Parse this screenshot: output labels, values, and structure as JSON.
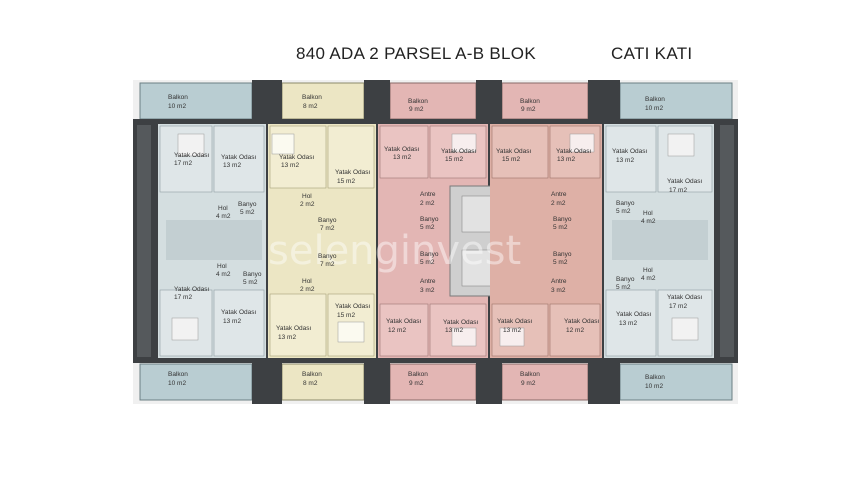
{
  "header": {
    "title": "840 ADA 2 PARSEL A-B BLOK",
    "floor": "CATI KATI"
  },
  "watermark": "selenginvest",
  "colors": {
    "frame": "#3d4043",
    "balcony": "#b9cdd2",
    "unit_blue": "#d4dee0",
    "unit_yellow": "#ece6c4",
    "unit_red": "#e3b6b4",
    "unit_salmon": "#deb0a6",
    "stair": "#cfcfcf"
  },
  "rooms": {
    "balkon_top_1": {
      "name": "Balkon",
      "area": "10 m2"
    },
    "balkon_top_2": {
      "name": "Balkon",
      "area": "8 m2"
    },
    "balkon_top_3": {
      "name": "Balkon",
      "area": "9 m2"
    },
    "balkon_top_4": {
      "name": "Balkon",
      "area": "9 m2"
    },
    "balkon_top_5": {
      "name": "Balkon",
      "area": "10 m2"
    },
    "balkon_bot_1": {
      "name": "Balkon",
      "area": "10 m2"
    },
    "balkon_bot_2": {
      "name": "Balkon",
      "area": "8 m2"
    },
    "balkon_bot_3": {
      "name": "Balkon",
      "area": "9 m2"
    },
    "balkon_bot_4": {
      "name": "Balkon",
      "area": "9 m2"
    },
    "balkon_bot_5": {
      "name": "Balkon",
      "area": "10 m2"
    },
    "a_yatak_1": {
      "name": "Yatak Odası",
      "area": "17 m2"
    },
    "a_yatak_2": {
      "name": "Yatak Odası",
      "area": "13 m2"
    },
    "a_hol_1": {
      "name": "Hol",
      "area": "4 m2"
    },
    "a_banyo_1": {
      "name": "Banyo",
      "area": "5 m2"
    },
    "a_hol_2": {
      "name": "Hol",
      "area": "4 m2"
    },
    "a_banyo_2": {
      "name": "Banyo",
      "area": "5 m2"
    },
    "a_yatak_3": {
      "name": "Yatak Odası",
      "area": "17 m2"
    },
    "a_yatak_4": {
      "name": "Yatak Odası",
      "area": "13 m2"
    },
    "b_yatak_1": {
      "name": "Yatak Odası",
      "area": "13 m2"
    },
    "b_yatak_2": {
      "name": "Yatak Odası",
      "area": "15 m2"
    },
    "b_hol_1": {
      "name": "Hol",
      "area": "2 m2"
    },
    "b_banyo_1": {
      "name": "Banyo",
      "area": "7 m2"
    },
    "b_banyo_2": {
      "name": "Banyo",
      "area": "7 m2"
    },
    "b_hol_2": {
      "name": "Hol",
      "area": "2 m2"
    },
    "b_yatak_3": {
      "name": "Yatak Odası",
      "area": "15 m2"
    },
    "b_yatak_4": {
      "name": "Yatak Odası",
      "area": "13 m2"
    },
    "c_yatak_1": {
      "name": "Yatak Odası",
      "area": "13 m2"
    },
    "c_yatak_2": {
      "name": "Yatak Odası",
      "area": "15 m2"
    },
    "c_antre_1": {
      "name": "Antre",
      "area": "2 m2"
    },
    "c_banyo_1": {
      "name": "Banyo",
      "area": "5 m2"
    },
    "c_banyo_2": {
      "name": "Banyo",
      "area": "5 m2"
    },
    "c_antre_2": {
      "name": "Antre",
      "area": "3 m2"
    },
    "c_yatak_3": {
      "name": "Yatak Odası",
      "area": "12 m2"
    },
    "c_yatak_4": {
      "name": "Yatak Odası",
      "area": "13 m2"
    },
    "d_yatak_1": {
      "name": "Yatak Odası",
      "area": "15 m2"
    },
    "d_yatak_2": {
      "name": "Yatak Odası",
      "area": "13 m2"
    },
    "d_antre_1": {
      "name": "Antre",
      "area": "2 m2"
    },
    "d_banyo_1": {
      "name": "Banyo",
      "area": "5 m2"
    },
    "d_banyo_2": {
      "name": "Banyo",
      "area": "5 m2"
    },
    "d_antre_2": {
      "name": "Antre",
      "area": "3 m2"
    },
    "d_yatak_3": {
      "name": "Yatak Odası",
      "area": "13 m2"
    },
    "d_yatak_4": {
      "name": "Yatak Odası",
      "area": "12 m2"
    },
    "e_yatak_1": {
      "name": "Yatak Odası",
      "area": "13 m2"
    },
    "e_yatak_2": {
      "name": "Yatak Odası",
      "area": "17 m2"
    },
    "e_banyo_1": {
      "name": "Banyo",
      "area": "5 m2"
    },
    "e_hol_1": {
      "name": "Hol",
      "area": "4 m2"
    },
    "e_banyo_2": {
      "name": "Banyo",
      "area": "5 m2"
    },
    "e_hol_2": {
      "name": "Hol",
      "area": "4 m2"
    },
    "e_yatak_3": {
      "name": "Yatak Odası",
      "area": "17 m2"
    },
    "e_yatak_4": {
      "name": "Yatak Odası",
      "area": "13 m2"
    }
  }
}
